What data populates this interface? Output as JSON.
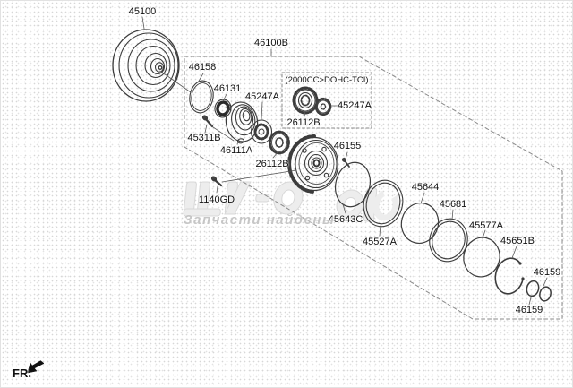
{
  "diagram": {
    "title_parts": {
      "torque_converter": "45100",
      "oil_pump_group": "46100B"
    },
    "parts": {
      "o_ring_large": "46158",
      "oil_seal": "46131",
      "bolt_cover": "45311B",
      "pump_cover": "46111A",
      "inner_rotor": "45247A",
      "drive_gear": "26112B",
      "variant_drive_gear": "26112B",
      "variant_inner_rotor": "45247A",
      "bolt_body": "46155",
      "o_ring_body": "45643C",
      "race_large": "45527A",
      "ring_45644": "45644",
      "race_45681": "45681",
      "ring_45577a": "45577A",
      "snap_ring": "45651B",
      "seal_ring_upper": "46159",
      "seal_ring_lower": "46159",
      "bolt_converter": "1140GD"
    },
    "variant_box_title": "(2000CC>DOHC-TCI)",
    "front_marker": "FR.",
    "watermark_caption": "Запчасти найдены",
    "colors": {
      "line": "#3c3c3c",
      "leader": "#5a5a5a",
      "dashed_outline": "#8a8a8a",
      "watermark": "#ededed",
      "background": "#ffffff"
    }
  }
}
